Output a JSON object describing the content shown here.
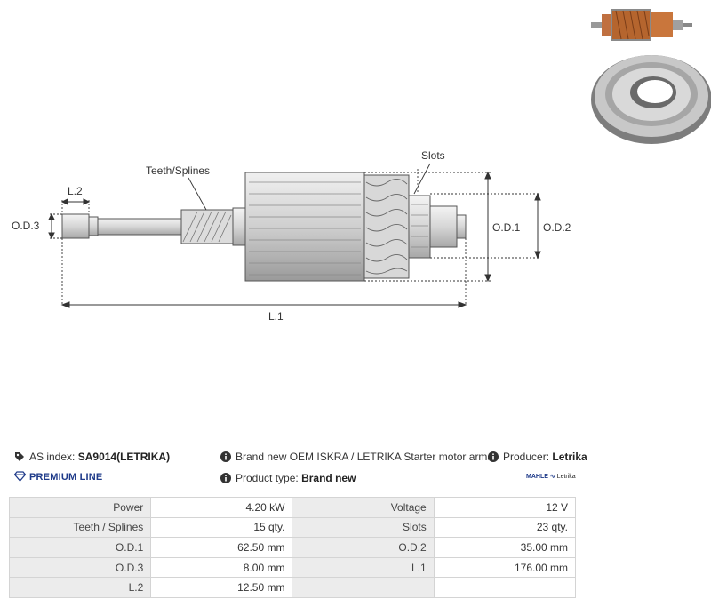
{
  "drawing": {
    "labels": {
      "teeth": "Teeth/Splines",
      "slots": "Slots",
      "l2": "L.2",
      "od3": "O.D.3",
      "od1": "O.D.1",
      "od2": "O.D.2",
      "l1": "L.1"
    }
  },
  "info": {
    "as_index_label": "AS index:",
    "as_index_value": "SA9014(LETRIKA)",
    "description": "Brand new OEM ISKRA / LETRIKA Starter motor armature",
    "producer_label": "Producer:",
    "producer_value": "Letrika",
    "premium": "PREMIUM LINE",
    "product_type_label": "Product type:",
    "product_type_value": "Brand new",
    "logo_text_1": "MAHLE",
    "logo_text_2": "Letrika"
  },
  "specs": [
    [
      {
        "label": "Power",
        "value": "4.20 kW"
      },
      {
        "label": "Voltage",
        "value": "12 V"
      }
    ],
    [
      {
        "label": "Teeth / Splines",
        "value": "15 qty."
      },
      {
        "label": "Slots",
        "value": "23 qty."
      }
    ],
    [
      {
        "label": "O.D.1",
        "value": "62.50 mm"
      },
      {
        "label": "O.D.2",
        "value": "35.00 mm"
      }
    ],
    [
      {
        "label": "O.D.3",
        "value": "8.00 mm"
      },
      {
        "label": "L.1",
        "value": "176.00 mm"
      }
    ],
    [
      {
        "label": "L.2",
        "value": "12.50 mm"
      },
      {
        "label": "",
        "value": ""
      }
    ]
  ],
  "colors": {
    "premium_blue": "#1f3b8a",
    "table_label_bg": "#ececec",
    "copper": "#b5652e"
  }
}
